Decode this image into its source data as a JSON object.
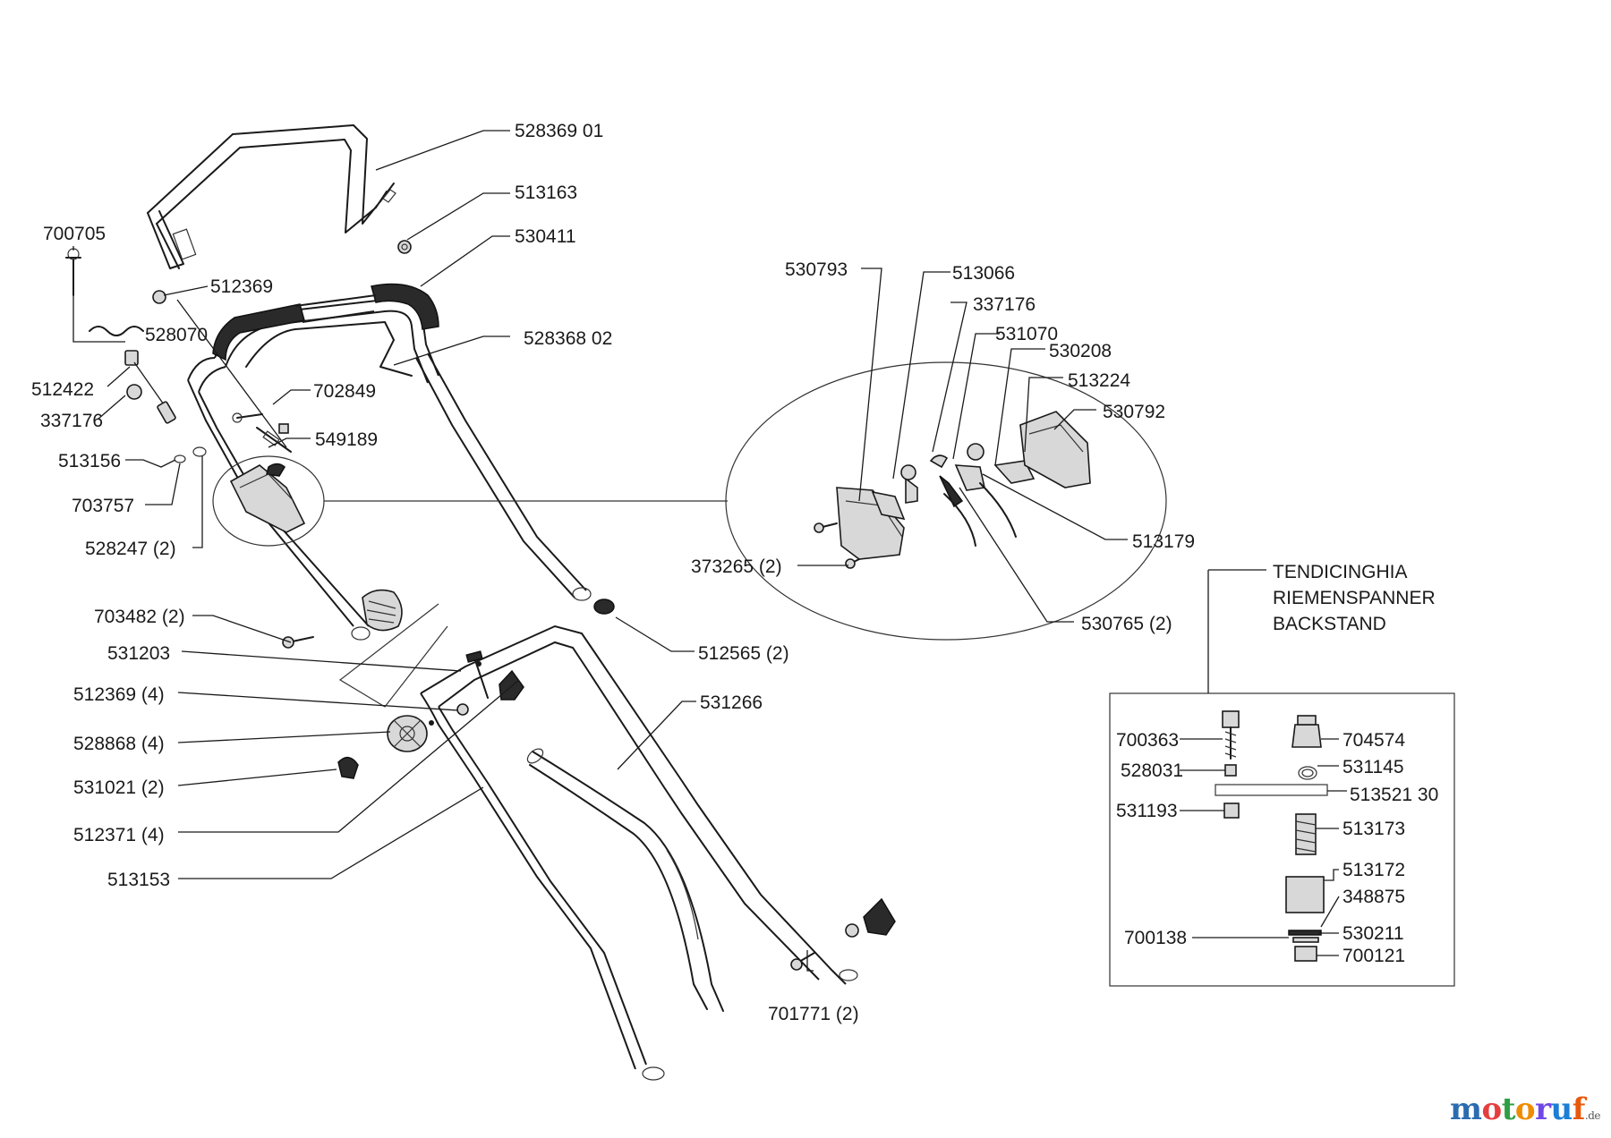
{
  "labels": {
    "p528369_01": "528369 01",
    "p513163": "513163",
    "p530411": "530411",
    "p700705": "700705",
    "p512369": "512369",
    "p528070": "528070",
    "p528368_02": "528368 02",
    "p512422": "512422",
    "p702849": "702849",
    "p337176": "337176",
    "p549189": "549189",
    "p513156": "513156",
    "p703757": "703757",
    "p528247": "528247 (2)",
    "p703482": "703482 (2)",
    "p531203": "531203",
    "p512369_4": "512369 (4)",
    "p528868": "528868 (4)",
    "p531021": "531021 (2)",
    "p512371": "512371 (4)",
    "p513153": "513153",
    "p531266": "531266",
    "p512565": "512565 (2)",
    "p701771": "701771 (2)",
    "d530793": "530793",
    "d513066": "513066",
    "d337176": "337176",
    "d531070": "531070",
    "d530208": "530208",
    "d513224": "513224",
    "d530792": "530792",
    "d513179": "513179",
    "d373265": "373265 (2)",
    "d530765": "530765 (2)",
    "t700363": "700363",
    "t704574": "704574",
    "t528031": "528031",
    "t531145": "531145",
    "t513521": "513521 30",
    "t531193": "531193",
    "t513173": "513173",
    "t513172": "513172",
    "t348875": "348875",
    "t700138": "700138",
    "t530211": "530211",
    "t700121": "700121"
  },
  "tensioner_title": [
    "TENDICINGHIA",
    "RIEMENSPANNER",
    "BACKSTAND"
  ],
  "logo": {
    "letters": [
      "m",
      "o",
      "t",
      "o",
      "r",
      "u",
      "f"
    ],
    "colors": [
      "#2b6cb0",
      "#e53e3e",
      "#2f9e44",
      "#f08c00",
      "#7048e8",
      "#1c7ed6",
      "#e8590c"
    ],
    "suffix": ".de"
  }
}
